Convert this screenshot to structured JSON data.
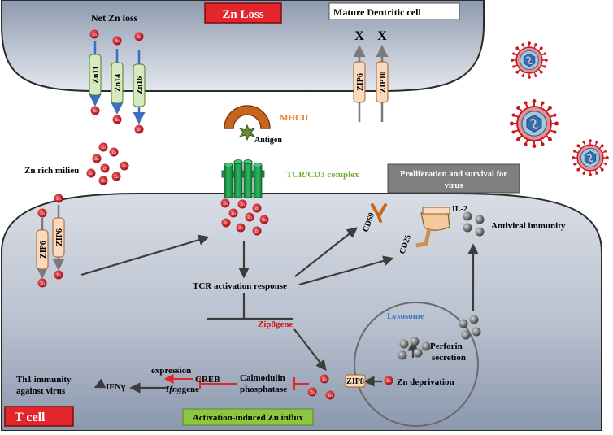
{
  "labels": {
    "zn_loss": "Zn Loss",
    "mature_dc": "Mature Dentritic cell",
    "net_zn_loss": "Net Zn loss",
    "zn11": "Zn11",
    "zn14": "Zn14",
    "zn16": "Zn16",
    "zip6": "ZIP6",
    "zip10": "ZIP10",
    "x": "X",
    "mhcii": "MHCII",
    "antigen": "Antigen",
    "zn_rich_milieu": "Zn rich milieu",
    "tcr_cd3": "TCR/CD3 complex",
    "prolif_line1": "Proliferation and survival for",
    "prolif_line2": "virus",
    "cd69": "CD69",
    "il2": "IL-2",
    "cd25": "CD25",
    "antiviral": "Antiviral immunity",
    "tcr_activation": "TCR activation response",
    "zip8gene": "Zip8gene",
    "lysosome": "Lysosome",
    "perforin1": "Perforin",
    "perforin2": "secretion",
    "zip8": "ZIP8",
    "zn_deprivation": "Zn deprivation",
    "expression": "expression",
    "creb": "CREB",
    "ifng_gene_italic": "Ifng",
    "ifng_gene_suffix": "gene",
    "calmodulin1": "Calmodulin",
    "calmodulin2": "phosphatase",
    "ifn_gamma": "IFNγ",
    "th1_line1": "Th1 immunity",
    "th1_line2": "against virus",
    "t_cell": "T cell",
    "activation_influx": "Activation-induced Zn influx",
    "zn": "Zn"
  },
  "colors": {
    "zn_loss_bg": "#e3262b",
    "t_cell_bg": "#e3262b",
    "prolif_bg": "#7f7f7f",
    "influx_bg": "#8ec63f",
    "mhcii_text": "#e87d22",
    "tcr_text": "#77ad3a",
    "lysosome_text": "#3a78c0",
    "zip8gene_text": "#d0151c",
    "mhcii_arc": "#c8651d",
    "tcr_green": "#1f9a4c",
    "zn_red": "#c8171e",
    "inhibit_red": "#e3262b",
    "zip_green": "#d5ebbf",
    "zip_orange": "#fbd9bc",
    "cell_fill_top": "#cdd3dc",
    "cell_fill_bottom": "#8e9ab0"
  }
}
